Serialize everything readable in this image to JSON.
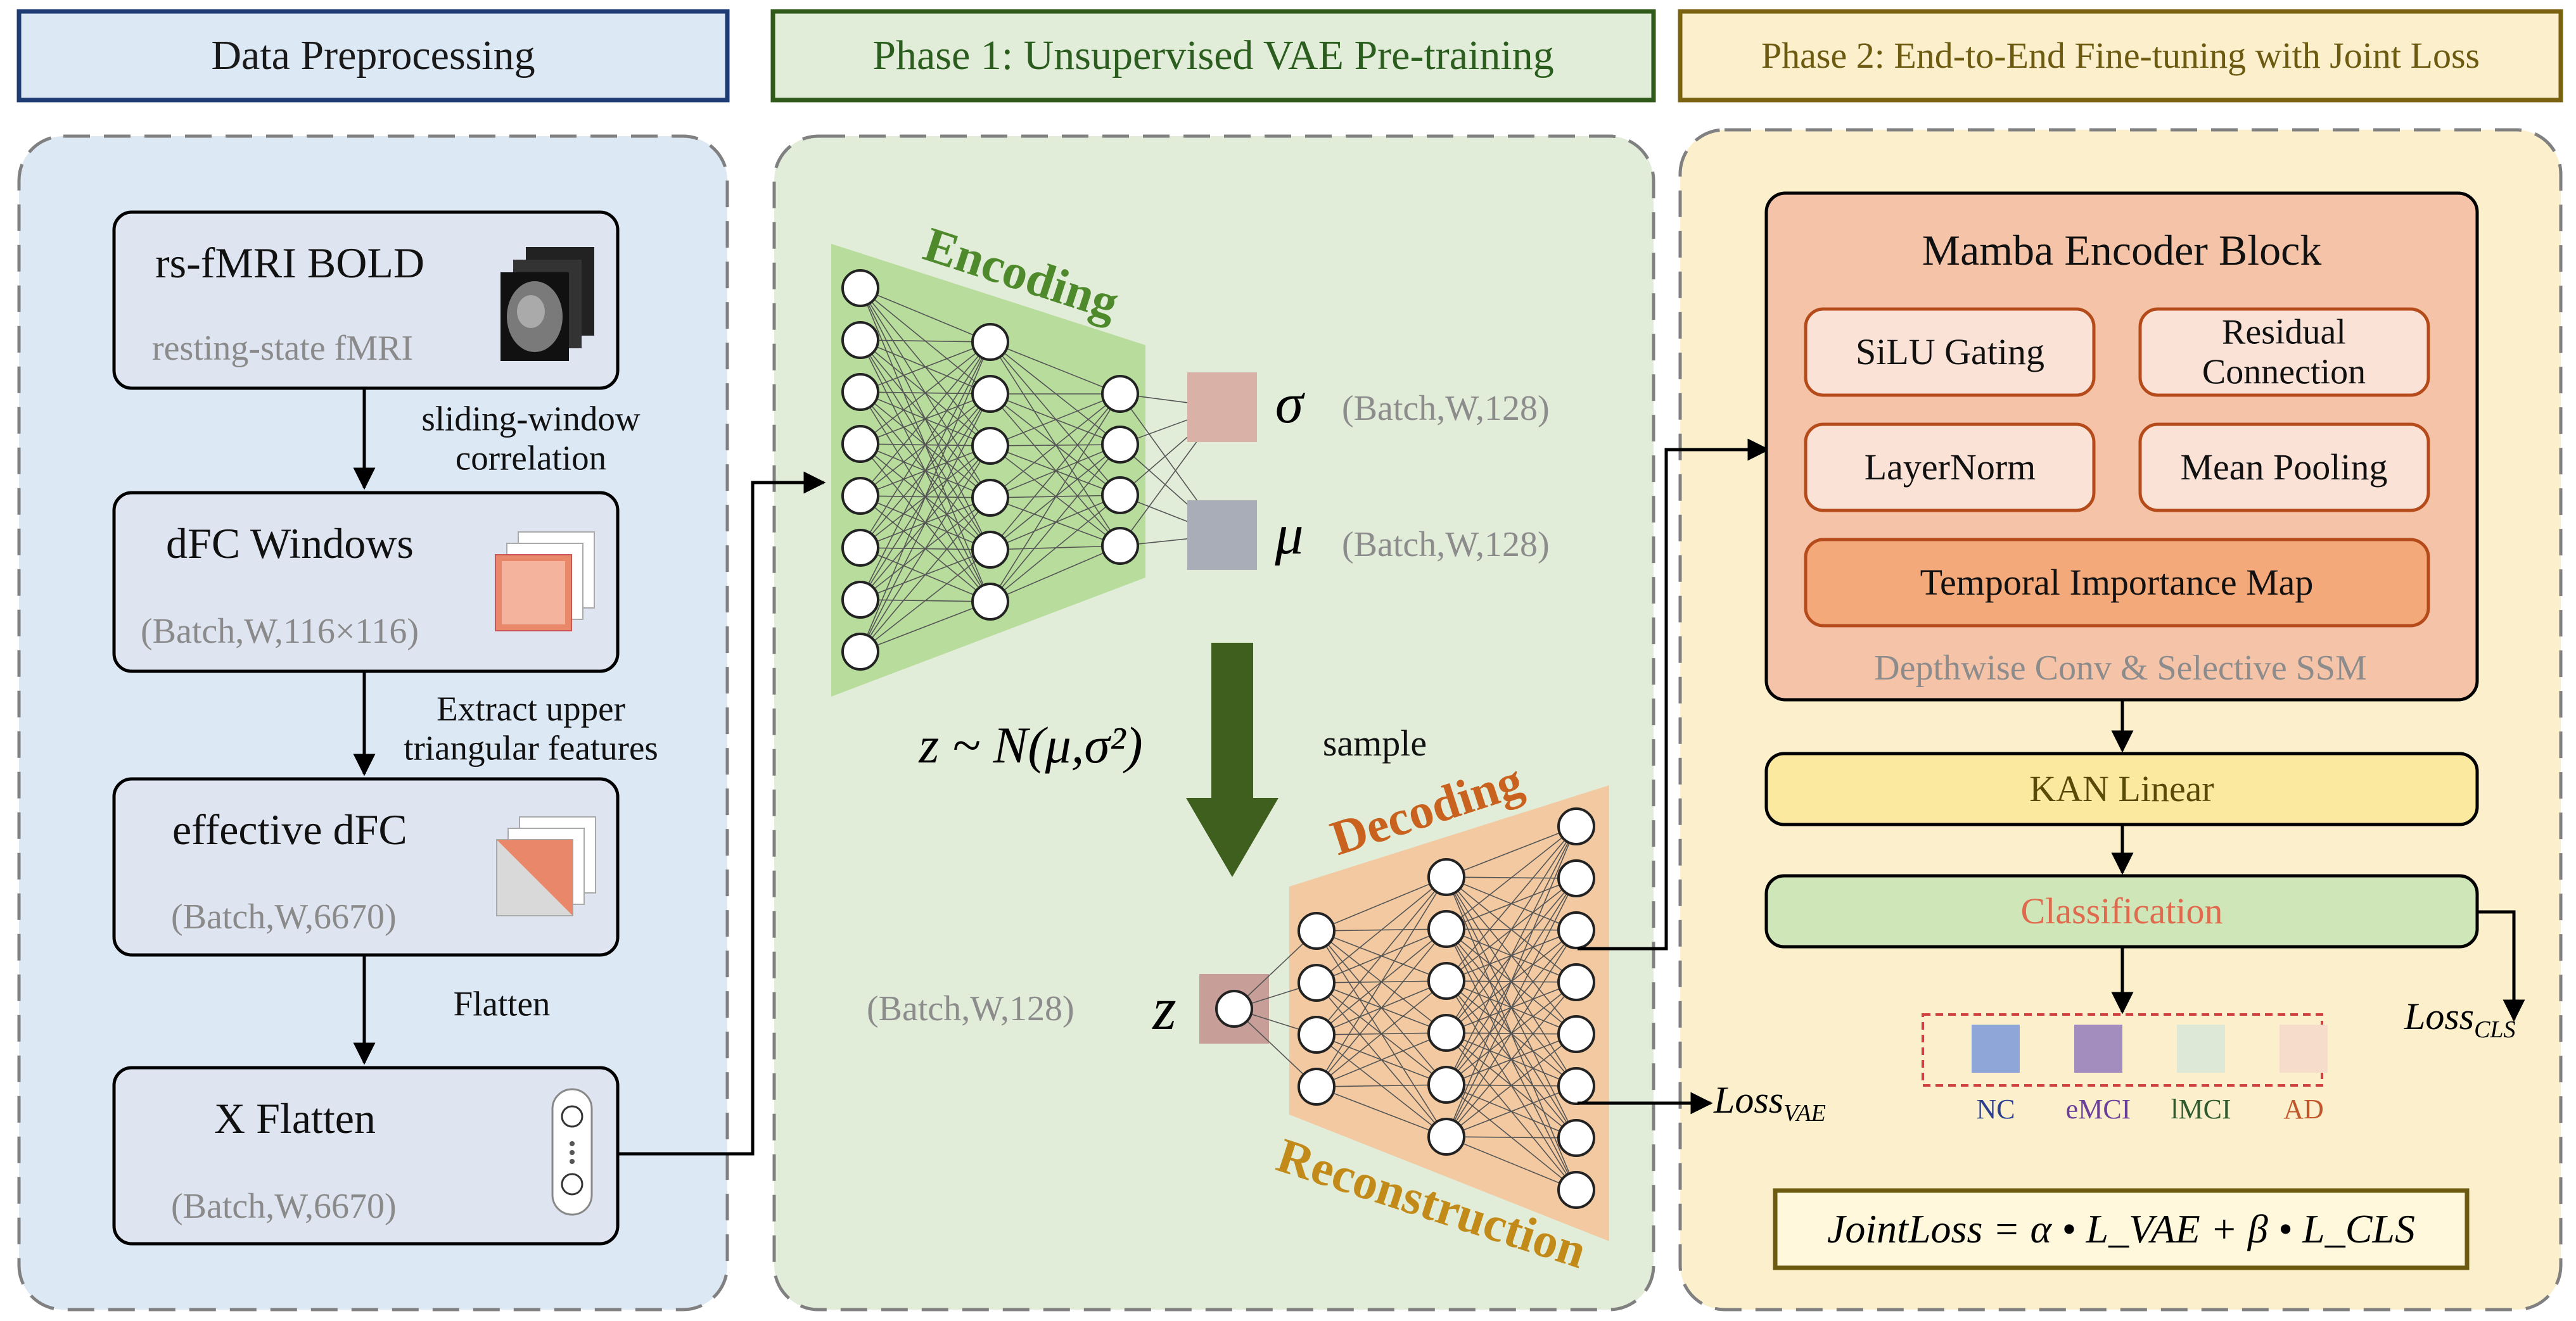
{
  "headers": {
    "preprocessing": "Data Preprocessing",
    "phase1": "Phase 1: Unsupervised VAE Pre-training",
    "phase2": "Phase 2: End-to-End Fine-tuning with Joint Loss"
  },
  "preprocessing": {
    "bold_title": "rs-fMRI BOLD",
    "bold_sub": "resting-state fMRI",
    "step1": "sliding-window correlation",
    "dfc_title": "dFC Windows",
    "dfc_dim": "(Batch,W,116×116)",
    "step2": "Extract upper triangular features",
    "eff_title": "effective dFC",
    "eff_dim": "(Batch,W,6670)",
    "step3": "Flatten",
    "flat_title": "X Flatten",
    "flat_dim": "(Batch,W,6670)"
  },
  "vae": {
    "encoding": "Encoding",
    "decoding": "Decoding",
    "reconstruction": "Reconstruction",
    "sigma": "σ",
    "mu": "μ",
    "sigma_dim": "(Batch,W,128)",
    "mu_dim": "(Batch,W,128)",
    "z_formula": "z ~ N(μ,σ²)",
    "sample": "sample",
    "z": "z",
    "z_dim": "(Batch,W,128)",
    "loss_vae": "Loss",
    "loss_vae_sub": "VAE"
  },
  "phase2": {
    "mamba_title": "Mamba Encoder Block",
    "silu": "SiLU Gating",
    "residual": "Residual Connection",
    "layernorm": "LayerNorm",
    "meanpool": "Mean Pooling",
    "tim": "Temporal Importance Map",
    "mamba_foot": "Depthwise Conv & Selective SSM",
    "kan": "KAN Linear",
    "classification": "Classification",
    "classes": [
      {
        "label": "NC",
        "color": "#8fa6d8",
        "text_color": "#2a3f8f"
      },
      {
        "label": "eMCI",
        "color": "#a38cbe",
        "text_color": "#6a3e9a"
      },
      {
        "label": "lMCI",
        "color": "#dde9d6",
        "text_color": "#2e5a2e"
      },
      {
        "label": "AD",
        "color": "#f5dccb",
        "text_color": "#c0562a"
      }
    ],
    "loss_cls": "Loss",
    "loss_cls_sub": "CLS",
    "joint_loss": "JointLoss = α • L_VAE + β • L_CLS"
  },
  "colors": {
    "panel_preprocessing": "#dce8f4",
    "panel_phase1": "#e2edd9",
    "panel_phase2": "#fbefcc",
    "encoder_fill": "#b7dc9c",
    "decoder_fill": "#f2c9a0",
    "sigma_box": "#d9b1a7",
    "mu_box": "#a9adb8",
    "z_box": "#c79f98",
    "mamba_fill": "#f5c4a8",
    "kan_fill": "#fbe9a0",
    "cls_fill": "#cfe6b8",
    "arrow_down": "#3f5f1f"
  }
}
